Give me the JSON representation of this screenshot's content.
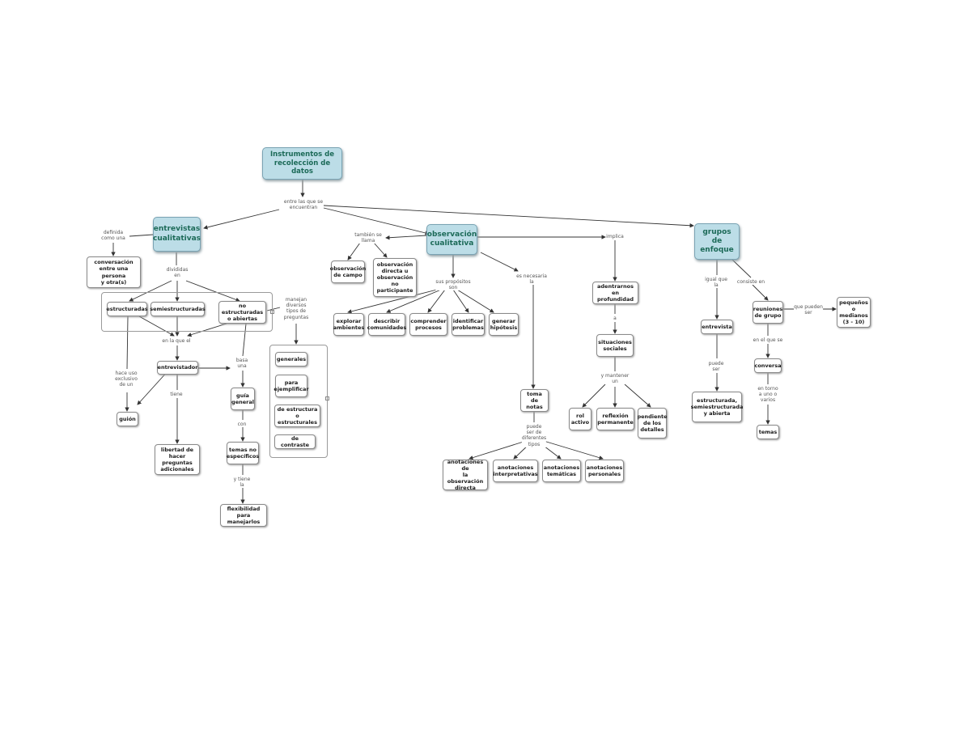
{
  "title": "Instrumentos de\nrecolección de datos",
  "link_root": "entre las que se\nencuentran",
  "entrevistas": {
    "title": "entrevistas\ncualitativas",
    "l_definida": "definida\ncomo una",
    "conversacion": "conversación\nentre una persona\ny otra(s)",
    "l_divididas": "divididas\nen",
    "estructuradas": "estructuradas",
    "semiestructuradas": "semiestructuradas",
    "no_estructuradas": "no estructuradas\no abiertas",
    "l_manejan": "manejan\ndiversos\ntipos de\npreguntas",
    "generales": "generales",
    "para_ejemplificar": "para\nejemplificar",
    "de_estructura": "de estructura o\nestructurales",
    "de_contraste": "de contraste",
    "l_en_la_que": "en la que el",
    "entrevistador": "entrevistador",
    "l_basa": "basa\nuna",
    "guia": "guía\ngeneral",
    "l_con": "con",
    "temas": "temas no\nespecíficos",
    "l_y_tiene": "y tiene\nla",
    "flexibilidad": "flexibilidad\npara manejarlos",
    "l_tiene": "tiene",
    "libertad": "libertad de\nhacer preguntas\nadicionales",
    "l_hace": "hace uso\nexclusivo\nde un",
    "guion": "guión"
  },
  "observacion": {
    "title": "observación\ncualitativa",
    "l_tambien": "también se\nllama",
    "de_campo": "observación\nde campo",
    "directa": "observación\ndirecta u\nobservación\nno participante",
    "l_propositos": "sus propósitos\nson",
    "explorar": "explorar\nambientes",
    "describir": "describir\ncomunidades",
    "comprender": "comprender\nprocesos",
    "identificar": "identificar\nproblemas",
    "generar": "generar\nhipótesis",
    "l_necesaria": "es necesaria\nla",
    "toma_notas": "toma de\nnotas",
    "l_puede_ser": "puede\nser de\ndiferentes\ntipos",
    "anot_directa": "anotaciones de\nla observación\ndirecta",
    "anot_interp": "anotaciones\ninterpretativas",
    "anot_tematicas": "anotaciones\ntemáticas",
    "anot_personales": "anotaciones\npersonales",
    "l_implica": "implica",
    "adentrarnos": "adentrarnos\nen profundidad",
    "l_a": "a",
    "situaciones": "situaciones\nsociales",
    "l_mantener": "y mantener\nun",
    "rol": "rol\nactivo",
    "reflexion": "reflexión\npermanente",
    "pendiente": "pendiente\nde los\ndetalles"
  },
  "grupos": {
    "title": "grupos de\nenfoque",
    "l_igual": "igual que\nla",
    "entrevista": "entrevista",
    "l_puede": "puede\nser",
    "estructurada": "estructurada,\nsemiestructurada\ny abierta",
    "l_consiste": "consiste en",
    "reuniones": "reuniones\nde grupo",
    "l_que_pueden": "que pueden\nser",
    "pequenos": "pequeños\no medianos\n(3 - 10)",
    "l_en_el_que": "en el que se",
    "conversa": "conversa",
    "l_en_torno": "en torno\na uno o\nvarios",
    "temas": "temas"
  },
  "colors": {
    "main_fill": "#bcdde7",
    "main_text": "#1c6a58",
    "line": "#333333"
  }
}
